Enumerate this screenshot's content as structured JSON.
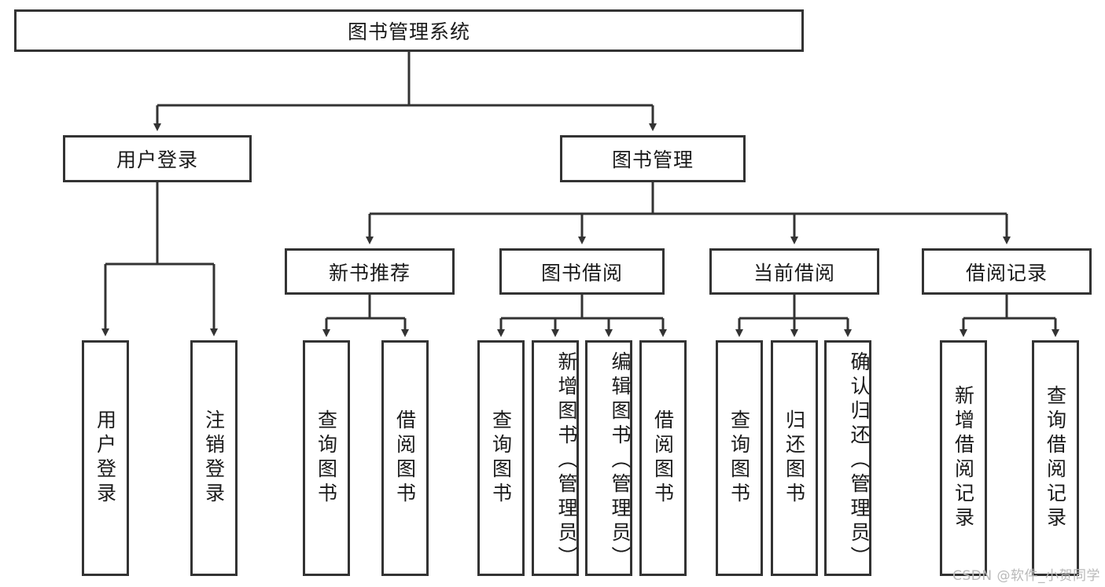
{
  "diagram": {
    "title_node": {
      "label": "图书管理系统"
    },
    "level2": [
      {
        "label": "用户登录"
      },
      {
        "label": "图书管理"
      }
    ],
    "level3": [
      {
        "label": "新书推荐"
      },
      {
        "label": "图书借阅"
      },
      {
        "label": "当前借阅"
      },
      {
        "label": "借阅记录"
      }
    ],
    "leaves": {
      "user_login": [
        {
          "label": "用户登录"
        },
        {
          "label": "注销登录"
        }
      ],
      "new_book_recommend": [
        {
          "label": "查询图书"
        },
        {
          "label": "借阅图书"
        }
      ],
      "book_borrow": [
        {
          "label": "查询图书"
        },
        {
          "label": "新增图书（管理员）"
        },
        {
          "label": "编辑图书（管理员）"
        },
        {
          "label": "借阅图书"
        }
      ],
      "current_borrow": [
        {
          "label": "查询图书"
        },
        {
          "label": "归还图书"
        },
        {
          "label": "确认归还（管理员）"
        }
      ],
      "borrow_record": [
        {
          "label": "新增借阅记录"
        },
        {
          "label": "查询借阅记录"
        }
      ]
    }
  },
  "watermark": {
    "text": "CSDN @软件_小贺同学"
  },
  "colors": {
    "stroke": "#333333",
    "background": "#ffffff",
    "text": "#1a1a1a",
    "watermark": "#b9b9b9"
  }
}
